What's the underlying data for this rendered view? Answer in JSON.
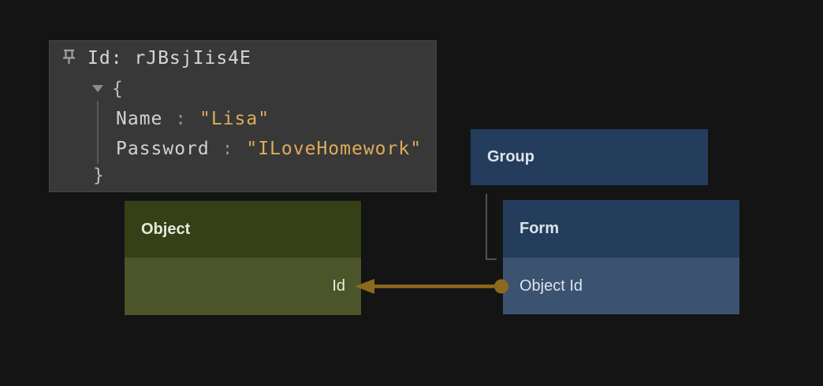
{
  "tooltip": {
    "title": "Id: rJBsjIis4E",
    "open_brace": "{",
    "close_brace": "}",
    "entries": [
      {
        "key": "Name",
        "sep": ":",
        "value": "\"Lisa\""
      },
      {
        "key": "Password",
        "sep": ":",
        "value": "\"ILoveHomework\""
      }
    ],
    "colors": {
      "background": "#383838",
      "key": "#d2d2d2",
      "string_value": "#dfab5c",
      "punctuation": "#8f8f8f"
    }
  },
  "nodes": {
    "group": {
      "label": "Group",
      "color": "#243d5c"
    },
    "form": {
      "label": "Form",
      "header_color": "#243d5c",
      "row_color": "#3b5270",
      "fields": [
        {
          "label": "Object Id"
        }
      ]
    },
    "object": {
      "label": "Object",
      "header_color": "#354017",
      "row_color": "#4b5529",
      "fields": [
        {
          "label": "Id"
        }
      ]
    }
  },
  "relation": {
    "from_node": "Form",
    "from_field": "Object Id",
    "to_node": "Object",
    "to_field": "Id",
    "color": "#8d691e"
  },
  "canvas": {
    "background": "#141414"
  }
}
